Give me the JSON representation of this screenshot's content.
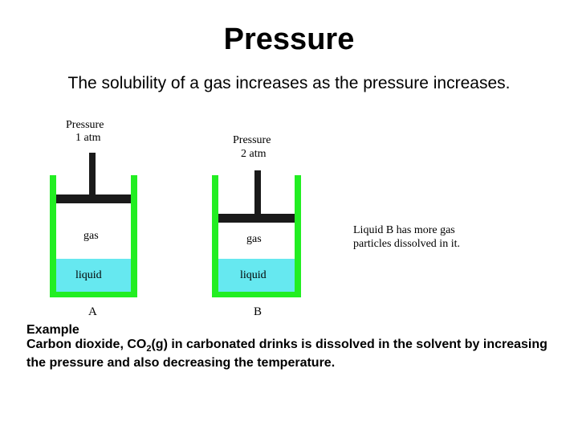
{
  "slide": {
    "title": "Pressure",
    "subtitle": "The solubility of a gas increases as the pressure increases."
  },
  "diagram": {
    "container_a": {
      "pressure_label": "Pressure",
      "pressure_value": "1 atm",
      "gas_label": "gas",
      "liquid_label": "liquid",
      "letter": "A"
    },
    "container_b": {
      "pressure_label": "Pressure",
      "pressure_value": "2 atm",
      "gas_label": "gas",
      "liquid_label": "liquid",
      "letter": "B"
    },
    "note_line1": "Liquid B has more gas",
    "note_line2": "particles dissolved in it."
  },
  "example": {
    "heading": "Example",
    "text_before": "Carbon dioxide, CO",
    "subscript": "2",
    "text_after": "(g) in carbonated drinks is dissolved in the solvent by increasing the pressure and also decreasing the temperature."
  },
  "colors": {
    "wall": "#22ee22",
    "liquid": "#66e8f0",
    "piston": "#1a1a1a"
  }
}
